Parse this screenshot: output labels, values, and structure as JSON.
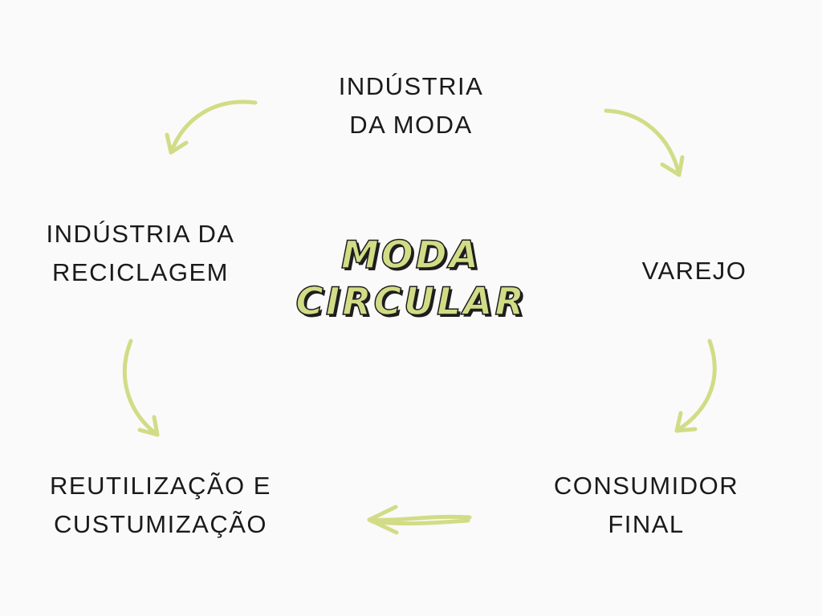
{
  "diagram": {
    "center": {
      "line1": "MODA",
      "line2": "CIRCULAR"
    },
    "nodes": {
      "top": {
        "line1": "INDÚSTRIA",
        "line2": "DA MODA"
      },
      "right": {
        "line1": "VAREJO"
      },
      "bottom_right": {
        "line1": "CONSUMIDOR",
        "line2": "FINAL"
      },
      "bottom_left": {
        "line1": "REUTILIZAÇÃO E",
        "line2": "CUSTUMIZAÇÃO"
      },
      "left": {
        "line1": "INDÚSTRIA DA",
        "line2": "RECICLAGEM"
      }
    },
    "colors": {
      "accent": "#d2dc86",
      "text": "#1a1a1a",
      "background": "#fafafa"
    }
  }
}
